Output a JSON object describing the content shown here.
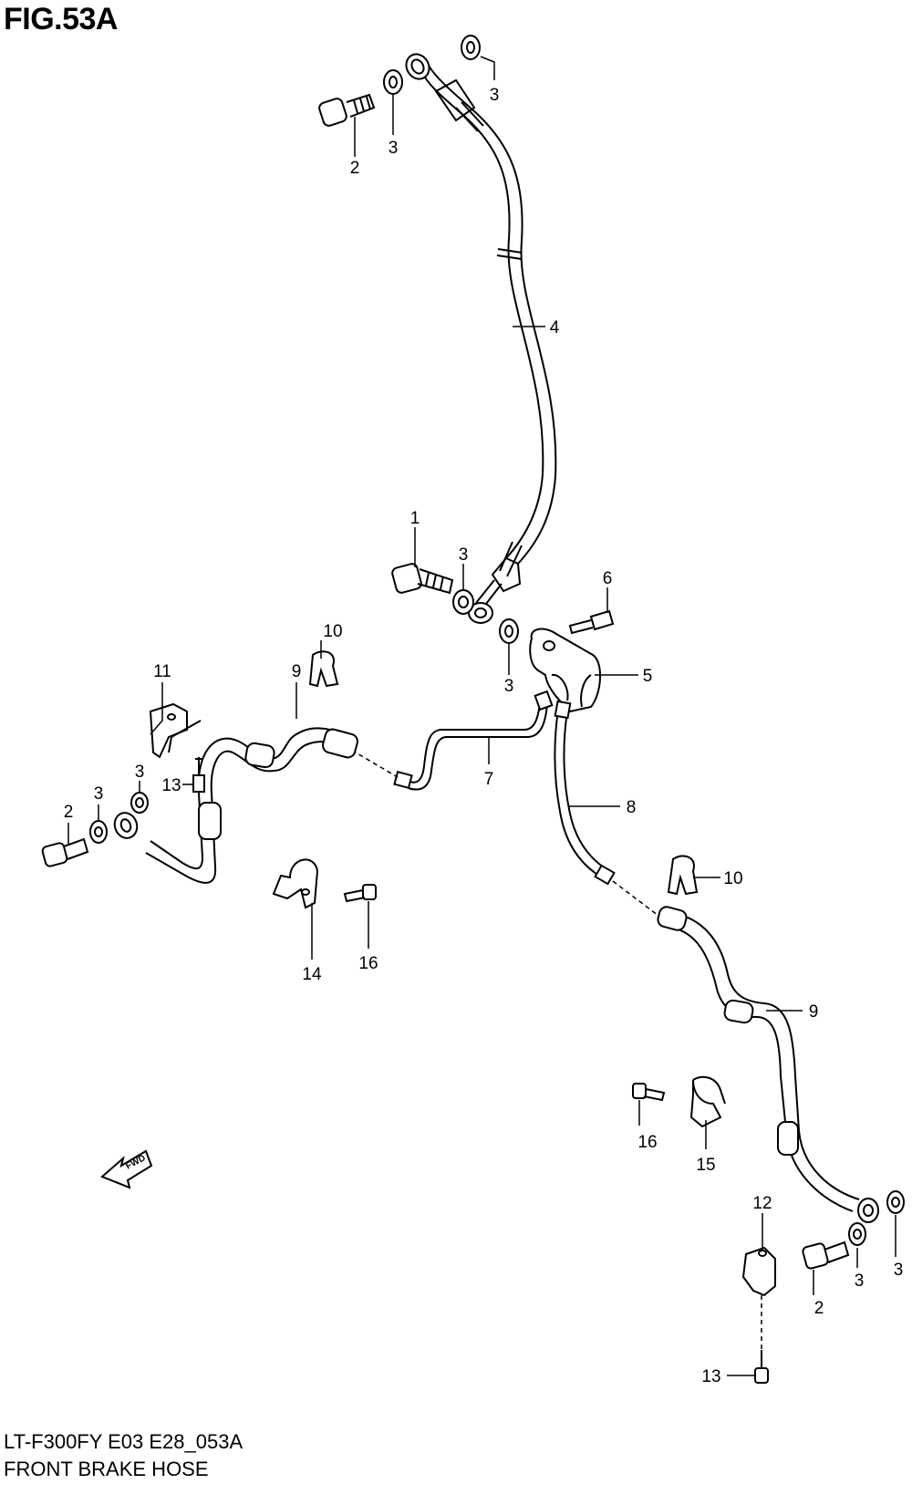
{
  "figure": {
    "title": "FIG.53A",
    "code": "LT-F300FY E03 E28_053A",
    "name": "FRONT BRAKE  HOSE"
  },
  "callouts": [
    {
      "id": "c3-top-right",
      "text": "3"
    },
    {
      "id": "c3-top",
      "text": "3"
    },
    {
      "id": "c2-top",
      "text": "2"
    },
    {
      "id": "c4",
      "text": "4"
    },
    {
      "id": "c1",
      "text": "1"
    },
    {
      "id": "c3-mid",
      "text": "3"
    },
    {
      "id": "c6",
      "text": "6"
    },
    {
      "id": "c3-mid-low",
      "text": "3"
    },
    {
      "id": "c5",
      "text": "5"
    },
    {
      "id": "c10-left",
      "text": "10"
    },
    {
      "id": "c11",
      "text": "11"
    },
    {
      "id": "c9-left",
      "text": "9"
    },
    {
      "id": "c3-left-a",
      "text": "3"
    },
    {
      "id": "c13-left",
      "text": "13"
    },
    {
      "id": "c3-left-b",
      "text": "3"
    },
    {
      "id": "c2-left",
      "text": "2"
    },
    {
      "id": "c7",
      "text": "7"
    },
    {
      "id": "c8",
      "text": "8"
    },
    {
      "id": "c14",
      "text": "14"
    },
    {
      "id": "c16-left",
      "text": "16"
    },
    {
      "id": "c10-right",
      "text": "10"
    },
    {
      "id": "c9-right",
      "text": "9"
    },
    {
      "id": "c16-right",
      "text": "16"
    },
    {
      "id": "c15",
      "text": "15"
    },
    {
      "id": "c12",
      "text": "12"
    },
    {
      "id": "c3-bottom-right",
      "text": "3"
    },
    {
      "id": "c3-bottom",
      "text": "3"
    },
    {
      "id": "c2-bottom",
      "text": "2"
    },
    {
      "id": "c13-bottom",
      "text": "13"
    }
  ],
  "fwd_label": "FWD"
}
